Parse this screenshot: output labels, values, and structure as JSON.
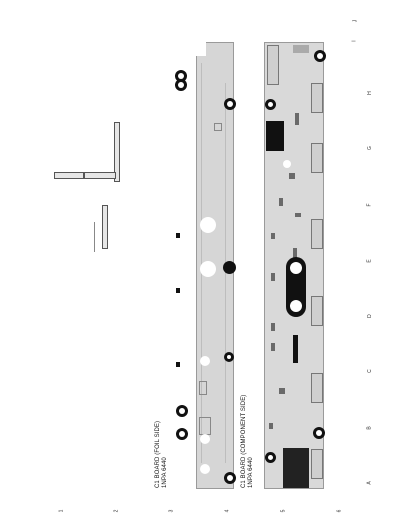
{
  "diagram": {
    "left_board_label_line1": "C1 BOARD (FOIL SIDE)",
    "left_board_label_line2": "1NPA 6440",
    "right_board_label_line1": "C1 BOARD (COMPONENT SIDE)",
    "right_board_label_line2": "1NPA 6440",
    "grid_row_letters": [
      "J",
      "I",
      "H",
      "G",
      "F",
      "E",
      "D",
      "C",
      "B",
      "A"
    ],
    "grid_col_numbers": [
      "1",
      "2",
      "3",
      "4",
      "5",
      "6"
    ]
  }
}
